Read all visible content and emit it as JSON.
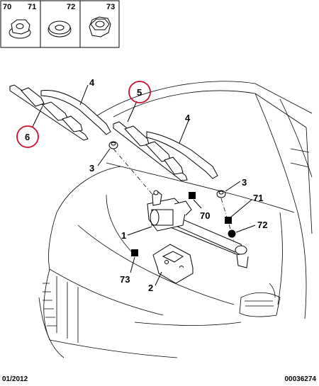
{
  "parts_table": [
    {
      "ref": "70",
      "qty": "71"
    },
    {
      "ref": "72",
      "qty": ""
    },
    {
      "ref": "73",
      "qty": ""
    }
  ],
  "callouts": {
    "motor_assembly": "1",
    "bracket": "2",
    "nut_left": "3",
    "nut_right": "3",
    "arm_left": "4",
    "arm_right": "4",
    "blade_right": "5",
    "blade_left": "6",
    "ref_70": "70",
    "ref_71": "71",
    "ref_72": "72",
    "ref_73": "73"
  },
  "footer": {
    "date": "01/2012",
    "code": "00036274"
  },
  "colors": {
    "line": "#000000",
    "highlight_circle": "#c8102e"
  }
}
